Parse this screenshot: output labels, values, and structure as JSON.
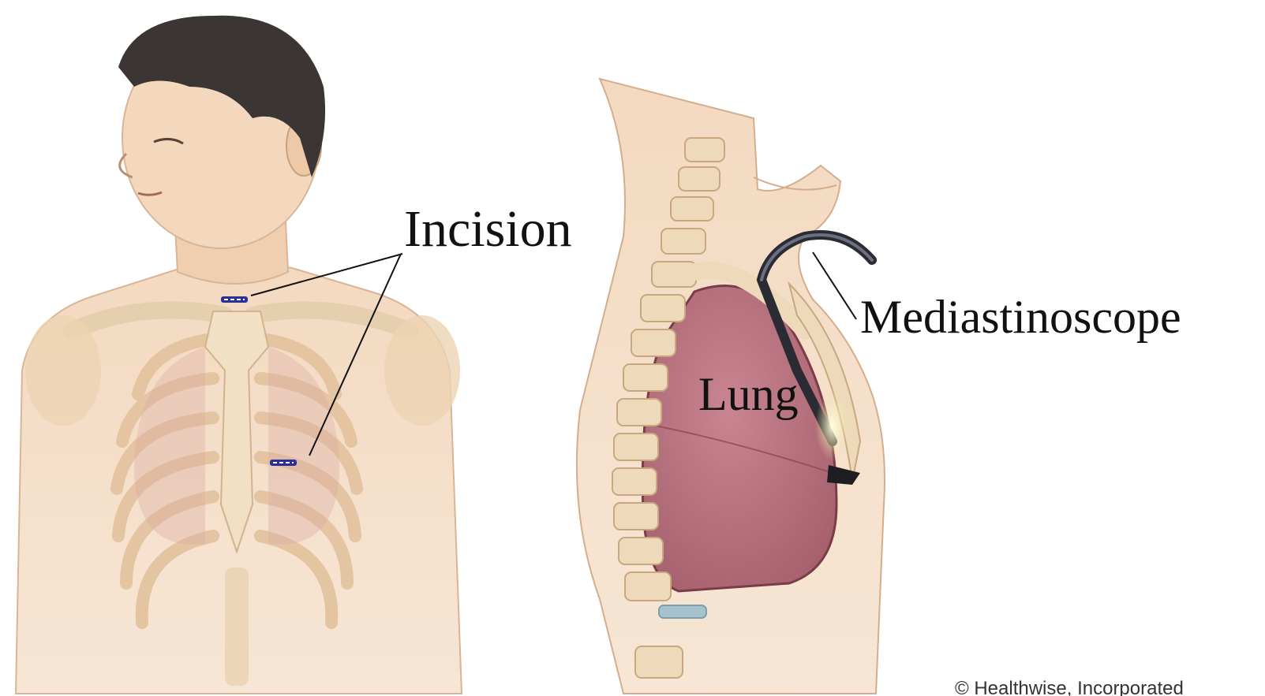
{
  "labels": {
    "incision": "Incision",
    "mediastinoscope": "Mediastinoscope",
    "lung": "Lung",
    "credit": "© Healthwise, Incorporated"
  },
  "colors": {
    "skin": "#f1d3b6",
    "bone": "#efdcbd",
    "lung": "#b8707e",
    "hair": "#3b3534",
    "incision_mark": "#2a2f9c",
    "scope": "#2b2b33"
  },
  "figures": [
    "front-view-torso-with-incisions",
    "side-view-with-mediastinoscope"
  ]
}
